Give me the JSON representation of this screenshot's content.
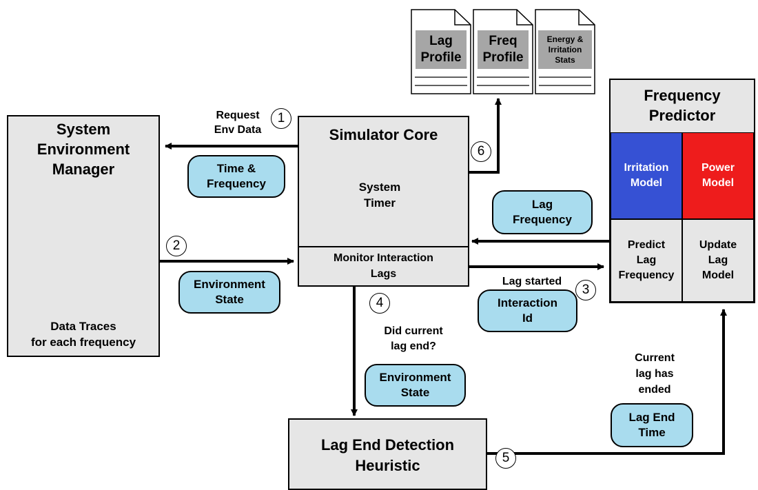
{
  "sem": {
    "title": "System\nEnvironment\nManager",
    "caption": "Data Traces\nfor each frequency"
  },
  "core": {
    "title": "Simulator Core",
    "timer": "System\nTimer",
    "monitor": "Monitor Interaction\nLags"
  },
  "predictor": {
    "title": "Frequency\nPredictor",
    "irritation": "Irritation\nModel",
    "power": "Power\nModel",
    "predict": "Predict\nLag\nFrequency",
    "update": "Update\nLag\nModel",
    "colors": {
      "irritation": "#3651d4",
      "power": "#ee1c1c"
    }
  },
  "heuristic": {
    "title": "Lag End Detection\nHeuristic"
  },
  "docs": [
    {
      "label": "Lag\nProfile"
    },
    {
      "label": "Freq\nProfile"
    },
    {
      "label": "Energy &\nIrritation\nStats"
    }
  ],
  "steps": [
    "1",
    "2",
    "3",
    "4",
    "5",
    "6"
  ],
  "text": {
    "request": "Request\nEnv Data",
    "lag_started": "Lag started",
    "did_end": "Did current\nlag end?",
    "has_ended": "Current\nlag has\nended"
  },
  "pills": {
    "time_freq": "Time &\nFrequency",
    "env_state_1": "Environment\nState",
    "lag_freq": "Lag\nFrequency",
    "interaction_id": "Interaction\nId",
    "env_state_2": "Environment\nState",
    "lag_end_time": "Lag End\nTime"
  }
}
